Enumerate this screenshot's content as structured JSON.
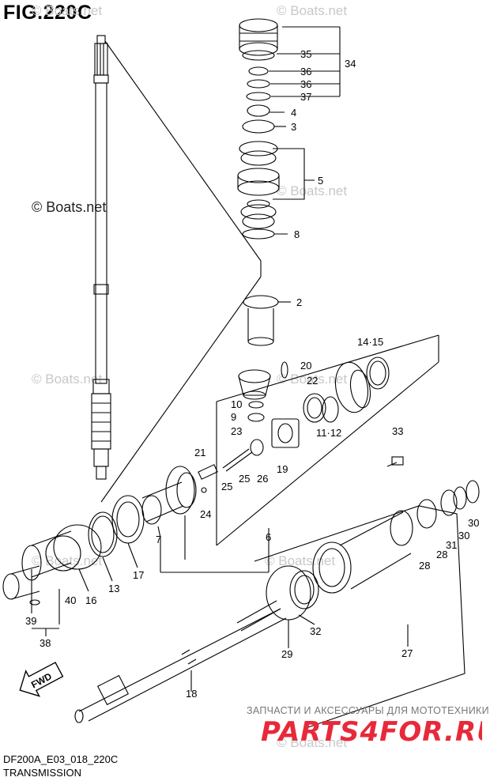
{
  "figure_title": "FIG.220C",
  "copyright": "© Boats.net",
  "watermark_text": "© Boats.net",
  "callouts": {
    "c35": "35",
    "c34": "34",
    "c36a": "36",
    "c36b": "36",
    "c37": "37",
    "c4": "4",
    "c3": "3",
    "c5": "5",
    "c8": "8",
    "c2": "2",
    "c1415": "14·15",
    "c20": "20",
    "c22": "22",
    "c10": "10",
    "c9": "9",
    "c1112": "11·12",
    "c23": "23",
    "c21": "21",
    "c25": "25",
    "c25b": "26",
    "c19": "19",
    "c24": "24",
    "c7": "7",
    "c6": "6",
    "c33": "33",
    "c30a": "30",
    "c30b": "30",
    "c31": "31",
    "c28a": "28",
    "c28b": "28",
    "c39": "39",
    "c40": "40",
    "c16": "16",
    "c13": "13",
    "c17": "17",
    "c38": "38",
    "c32": "32",
    "c29": "29",
    "c27": "27",
    "c18": "18"
  },
  "fwd_label": "FWD",
  "parts_caption": "ЗАПЧАСТИ И АКСЕССУАРЫ ДЛЯ МОТОТЕХНИКИ",
  "parts_logo": "PARTS4FOR.RU",
  "diagram_code": "DF200A_E03_018_220C",
  "section_name": "TRANSMISSION",
  "colors": {
    "line": "#000000",
    "watermark": "#c8c8c8",
    "logo_red": "#e8293a"
  }
}
